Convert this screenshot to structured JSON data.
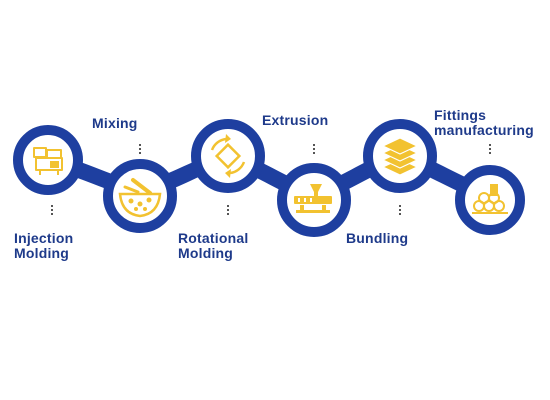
{
  "process": {
    "colors": {
      "chain": "#1e3fa0",
      "icon": "#f2c230",
      "label": "#1e3a8a"
    },
    "steps": [
      {
        "lines": [
          "Injection",
          "Molding"
        ],
        "icon": "injection-machine-icon"
      },
      {
        "lines": [
          "Mixing"
        ],
        "icon": "mixing-bowl-icon"
      },
      {
        "lines": [
          "Rotational",
          "Molding"
        ],
        "icon": "rotation-arrows-icon"
      },
      {
        "lines": [
          "Extrusion"
        ],
        "icon": "extruder-icon"
      },
      {
        "lines": [
          "Bundling"
        ],
        "icon": "stacked-layers-icon"
      },
      {
        "lines": [
          "Fittings",
          "manufacturing"
        ],
        "icon": "pipes-icon"
      }
    ]
  }
}
